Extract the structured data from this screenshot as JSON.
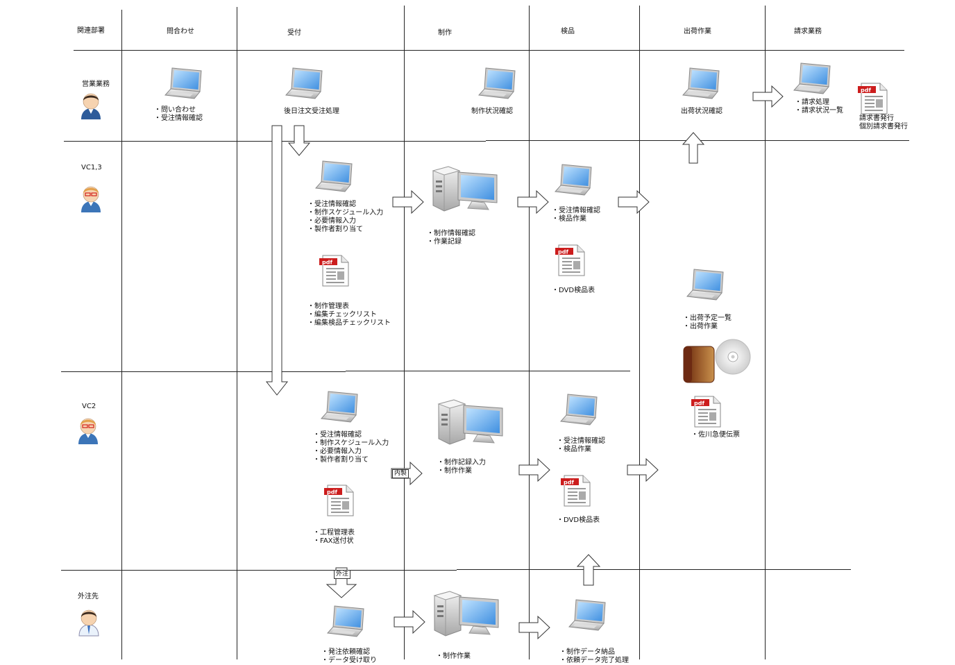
{
  "columns": [
    "関連部署",
    "問合わせ",
    "受付",
    "制作",
    "検品",
    "出荷作業",
    "請求業務"
  ],
  "rows": {
    "sales": "営業業務",
    "vc13": "VC1,3",
    "vc2": "VC2",
    "outsource": "外注先"
  },
  "sales_row": {
    "inquiry_lines": [
      "・問い合わせ",
      "・受注情報確認"
    ],
    "reception": "後日注文受注処理",
    "production": "制作状況確認",
    "shipping": "出荷状況確認",
    "billing_lines": [
      "・請求処理",
      "・請求状況一覧"
    ],
    "billing_doc_lines": [
      "請求書発行",
      "個別請求書発行"
    ]
  },
  "vc13_row": {
    "reception_lines": [
      "・受注情報確認",
      "・制作スケジュール入力",
      "・必要情報入力",
      "・製作者割り当て"
    ],
    "reception_doc_lines": [
      "・制作管理表",
      "・編集チェックリスト",
      "・編集検品チェックリスト"
    ],
    "production_lines": [
      "・制作情報確認",
      "・作業記録"
    ],
    "inspection_lines": [
      "・受注情報確認",
      "・検品作業"
    ],
    "inspection_doc": "・DVD検品表",
    "shipping_lines": [
      "・出荷予定一覧",
      "・出荷作業"
    ],
    "shipping_doc": "・佐川急便伝票"
  },
  "vc2_row": {
    "reception_lines": [
      "・受注情報確認",
      "・制作スケジュール入力",
      "・必要情報入力",
      "・製作者割り当て"
    ],
    "reception_doc_lines": [
      "・工程管理表",
      "・FAX送付状"
    ],
    "inhouse_tag": "内製",
    "production_lines": [
      "・制作記録入力",
      "・制作作業"
    ],
    "inspection_lines": [
      "・受注情報確認",
      "・検品作業"
    ],
    "inspection_doc": "・DVD検品表"
  },
  "outsource_row": {
    "outsource_tag": "外注",
    "reception_lines": [
      "・発注依頼確認",
      "・データ受け取り"
    ],
    "production_lines": [
      "・制作作業"
    ],
    "inspection_lines": [
      "・制作データ納品",
      "・依頼データ完了処理"
    ]
  },
  "pdf_label": "pdf",
  "icons": [
    "laptop-icon",
    "desktop-computer-icon",
    "pdf-document-icon",
    "person-avatar-icon",
    "binder-icon",
    "dvd-disc-icon",
    "flow-arrow-icon"
  ]
}
